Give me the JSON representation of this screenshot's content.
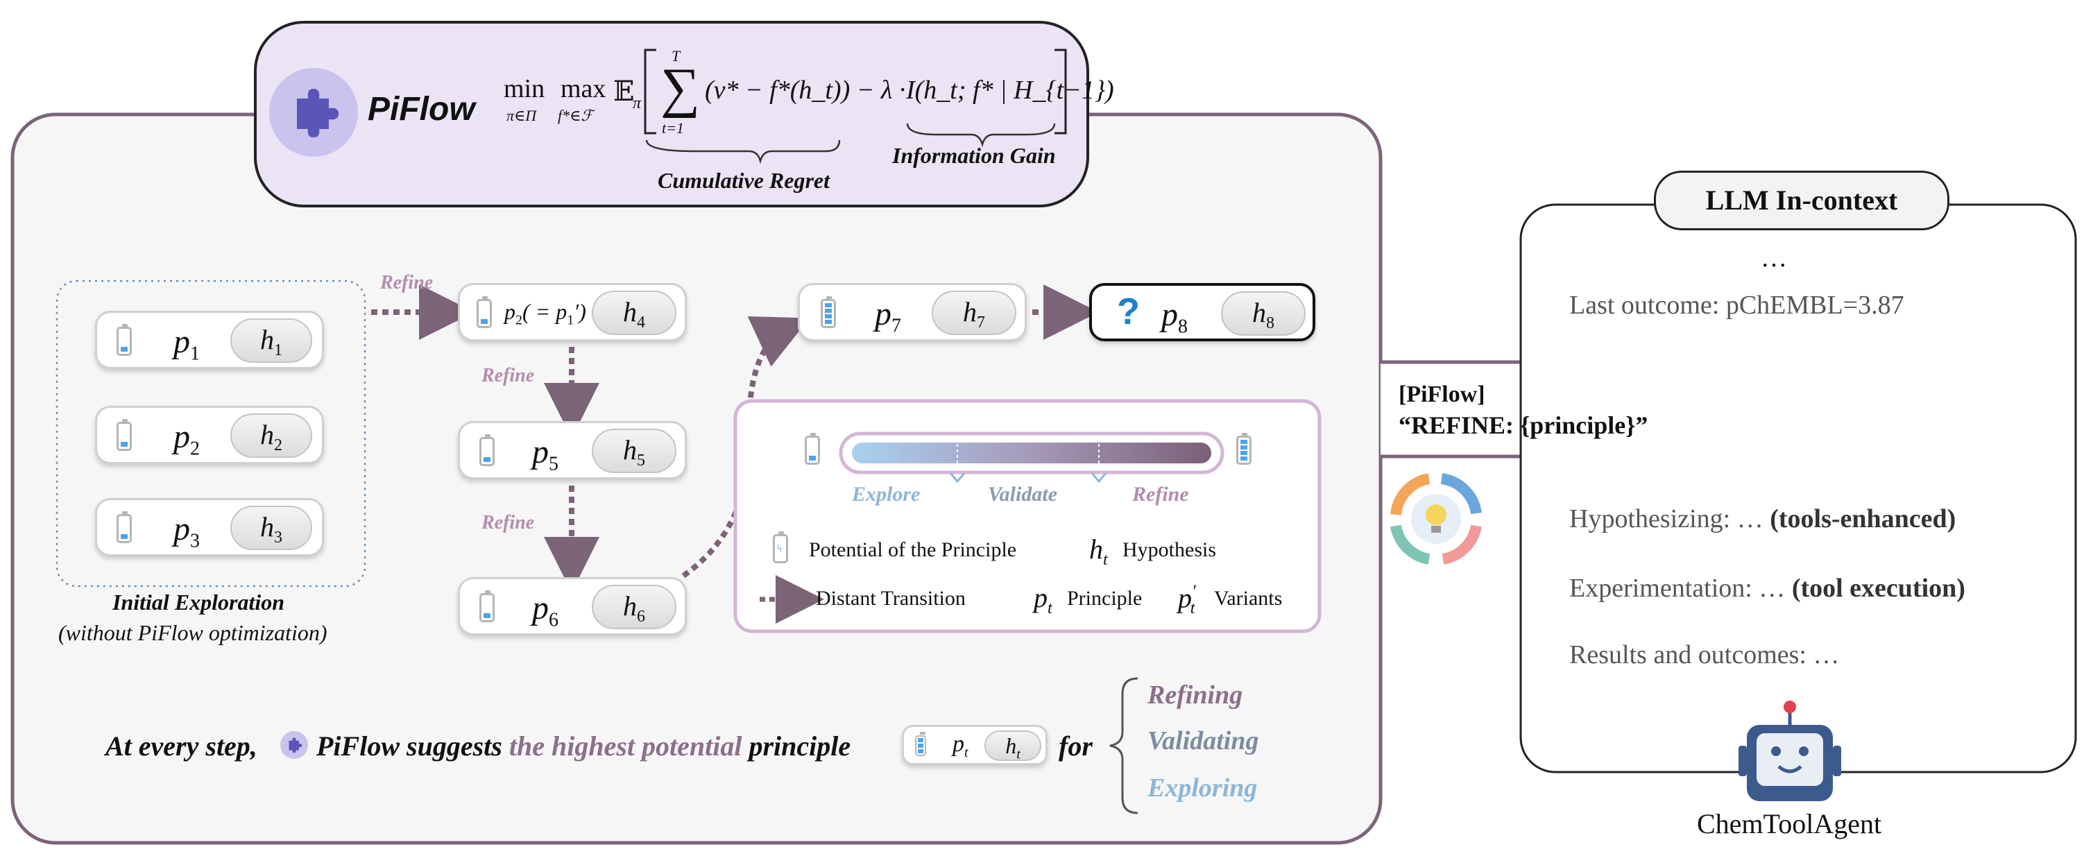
{
  "header": {
    "name": "PiFlow",
    "formula": {
      "min": "min",
      "max": "max",
      "sub_min": "π∈Π",
      "sub_max": "f*∈ℱ",
      "expect": "𝔼",
      "expect_sub": "π",
      "sum_top": "T",
      "sum_bottom": "t=1",
      "regret_term": "(v* − f*(h_t)) − λ ·",
      "info_term": "I(h_t; f* | H_{t−1})"
    },
    "cumulative_regret": "Cumulative Regret",
    "information_gain": "Information Gain"
  },
  "initial": {
    "label": "Initial Exploration",
    "sublabel": "(without PiFlow optimization)",
    "nodes": [
      {
        "p": "p",
        "psub": "1",
        "h": "h",
        "hsub": "1",
        "level": 1
      },
      {
        "p": "p",
        "psub": "2",
        "h": "h",
        "hsub": "2",
        "level": 1
      },
      {
        "p": "p",
        "psub": "3",
        "h": "h",
        "hsub": "3",
        "level": 1
      }
    ]
  },
  "chain": {
    "refine_label": "Refine",
    "n4": {
      "p": "p",
      "psub": "2",
      "pextra": "( = p",
      "pextra_sub": "1",
      "pextra_end": "′)",
      "h": "h",
      "hsub": "4"
    },
    "n5": {
      "p": "p",
      "psub": "5",
      "h": "h",
      "hsub": "5"
    },
    "n6": {
      "p": "p",
      "psub": "6",
      "h": "h",
      "hsub": "6"
    },
    "n7": {
      "p": "p",
      "psub": "7",
      "h": "h",
      "hsub": "7"
    },
    "n8": {
      "q": "?",
      "p": "p",
      "psub": "8",
      "h": "h",
      "hsub": "8"
    }
  },
  "legend": {
    "explore": "Explore",
    "validate": "Validate",
    "refine": "Refine",
    "potential": "Potential of the Principle",
    "h_sym": "h",
    "h_sub": "t",
    "hypothesis": "Hypothesis",
    "distant": "Distant Transition",
    "p_sym": "p",
    "p_sub": "t",
    "principle": "Principle",
    "pv_sym": "p",
    "pv_sub": "t",
    "pv_prime": "′",
    "variants": "Variants"
  },
  "bottom": {
    "pre": "At every step,",
    "name": "PiFlow",
    "suggests": "suggests",
    "highlight": "the highest potential",
    "principle": "principle",
    "for": "for",
    "mini_p": "p",
    "mini_psub": "t",
    "mini_h": "h",
    "mini_hsub": "t",
    "modes": [
      "Refining",
      "Validating",
      "Exploring"
    ]
  },
  "arrow": {
    "line1": "[PiFlow]",
    "line2": "“REFINE: {principle}”"
  },
  "llm": {
    "title": "LLM In-context",
    "ellipsis": "…",
    "last_outcome": "Last outcome: pChEMBL=3.87",
    "hyp": "Hypothesizing: …",
    "hyp_bold": "(tools-enhanced)",
    "exp": "Experimentation: …",
    "exp_bold": "(tool execution)",
    "results": "Results and outcomes: …",
    "agent": "ChemToolAgent"
  },
  "colors": {
    "frame": "#7b6478",
    "header_bg": "#ebe4f5",
    "refine": "#b48cad",
    "explore": "#8db6d7",
    "validate": "#8a9ab0",
    "battery": "#4da3ea",
    "robot": "#3d5a8c"
  },
  "icons": [
    "puzzle-icon",
    "battery-icon",
    "question-icon",
    "cycle-bulb-icon",
    "robot-icon"
  ]
}
